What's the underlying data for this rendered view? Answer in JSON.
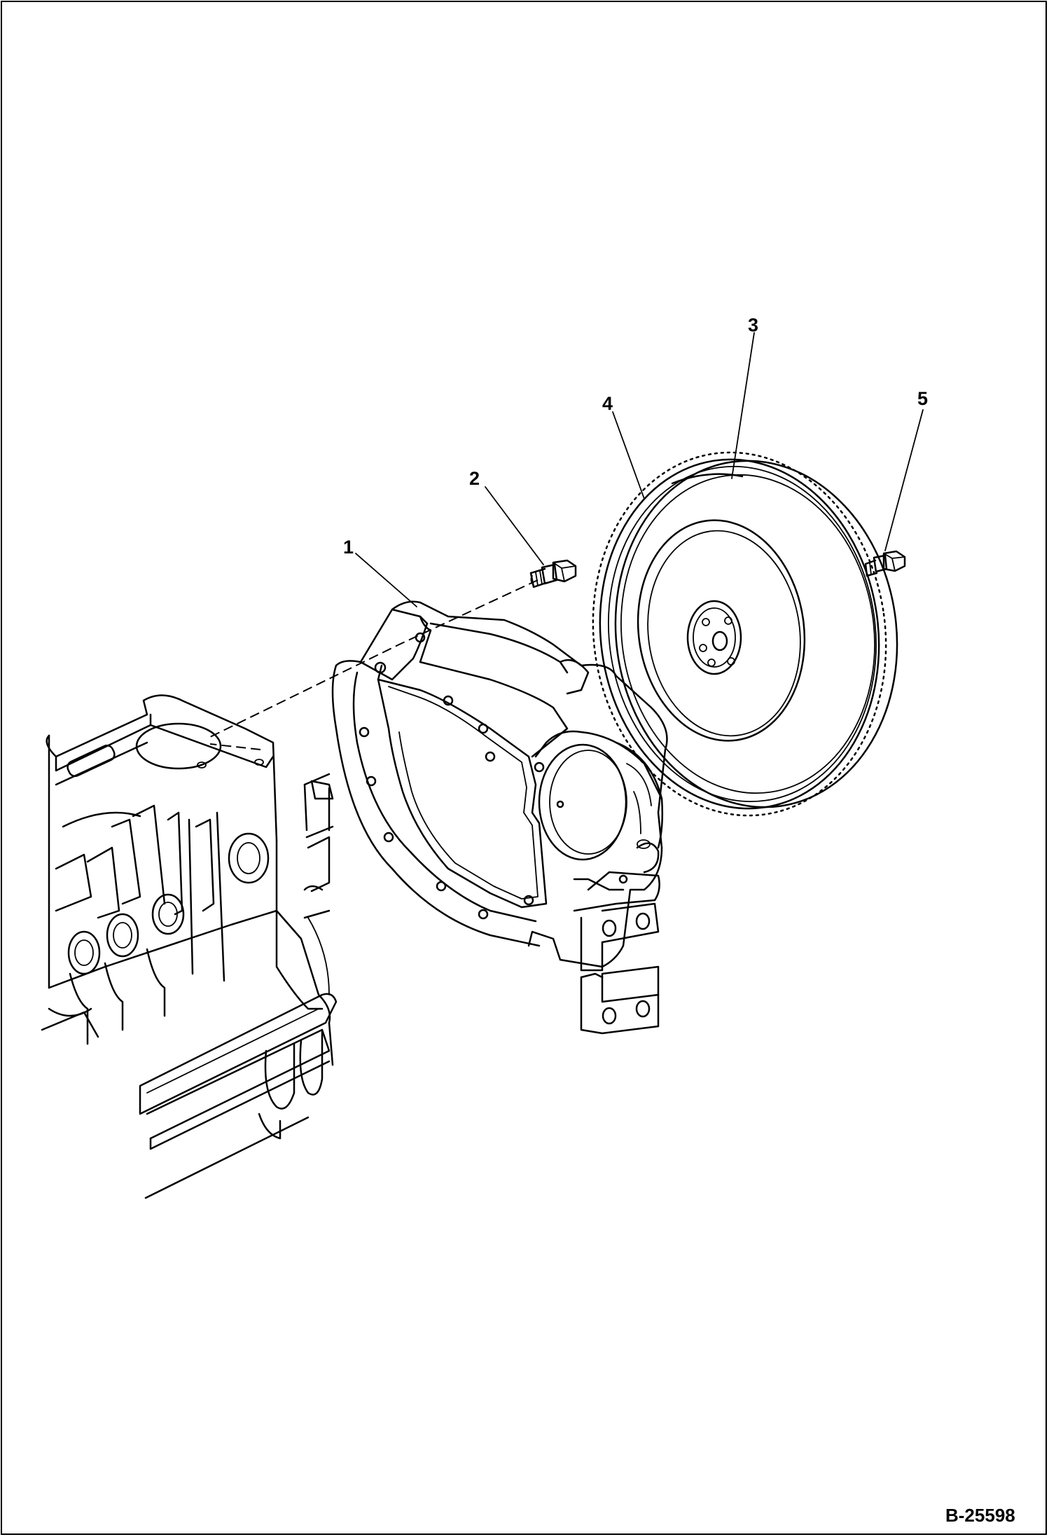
{
  "callouts": [
    {
      "id": "1",
      "label": "1"
    },
    {
      "id": "2",
      "label": "2"
    },
    {
      "id": "3",
      "label": "3"
    },
    {
      "id": "4",
      "label": "4"
    },
    {
      "id": "5",
      "label": "5"
    }
  ],
  "document_id": "B-25598"
}
